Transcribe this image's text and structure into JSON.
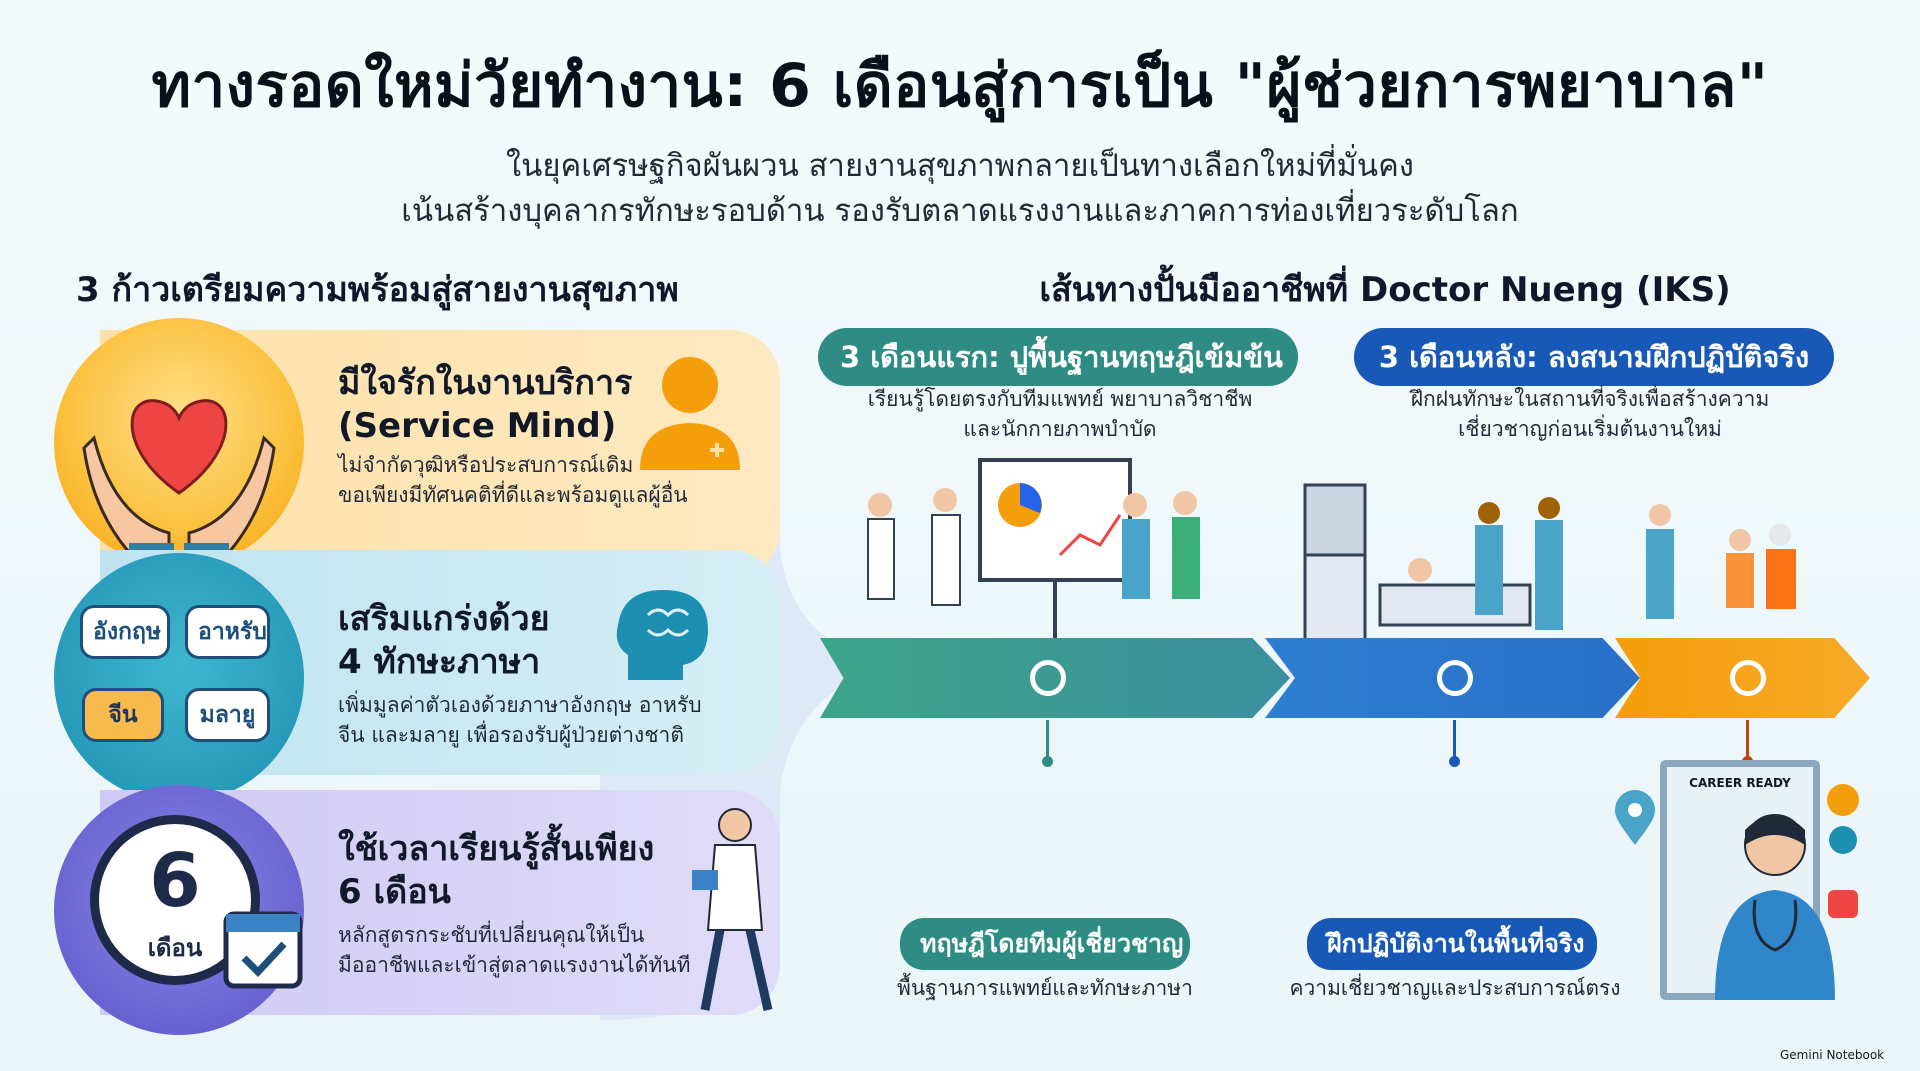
{
  "header": {
    "title": "ทางรอดใหม่วัยทำงาน: 6 เดือนสู่การเป็น \"ผู้ช่วยการพยาบาล\"",
    "subtitle_line1": "ในยุคเศรษฐกิจผันผวน สายงานสุขภาพกลายเป็นทางเลือกใหม่ที่มั่นคง",
    "subtitle_line2": "เน้นสร้างบุคลากรทักษะรอบด้าน รองรับตลาดแรงงานและภาคการท่องเที่ยวระดับโลก"
  },
  "left": {
    "heading": "3 ก้าวเตรียมความพร้อมสู่สายงานสุขภาพ",
    "cards": [
      {
        "title_line1": "มีใจรักในงานบริการ",
        "title_line2": "(Service Mind)",
        "desc_line1": "ไม่จำกัดวุฒิหรือประสบการณ์เดิม",
        "desc_line2": "ขอเพียงมีทัศนคติที่ดีและพร้อมดูแลผู้อื่น",
        "color": "#fde1a8"
      },
      {
        "title_line1": "เสริมแกร่งด้วย",
        "title_line2": "4 ทักษะภาษา",
        "desc_line1": "เพิ่มมูลค่าตัวเองด้วยภาษาอังกฤษ อาหรับ",
        "desc_line2": "จีน และมลายู เพื่อรองรับผู้ป่วยต่างชาติ",
        "bubbles": [
          "อังกฤษ",
          "อาหรับ",
          "จีน",
          "มลายู"
        ],
        "color": "#bfe3f0"
      },
      {
        "title_line1": "ใช้เวลาเรียนรู้สั้นเพียง",
        "title_line2": "6 เดือน",
        "desc_line1": "หลักสูตรกระชับที่เปลี่ยนคุณให้เป็น",
        "desc_line2": "มืออาชีพและเข้าสู่ตลาดแรงงานได้ทันที",
        "clock_number": "6",
        "clock_label": "เดือน",
        "color": "#cfc9f3"
      }
    ],
    "icons": [
      "heart-hands-icon",
      "nurse-avatar-icon",
      "brain-head-icon",
      "clock-calendar-icon",
      "walking-doctor-icon"
    ]
  },
  "right": {
    "heading": "เส้นทางปั้นมืออาชีพที่ Doctor Nueng (IKS)",
    "phase1": {
      "label": "3 เดือนแรก: ปูพื้นฐานทฤษฎีเข้มข้น",
      "desc_line1": "เรียนรู้โดยตรงกับทีมแพทย์ พยาบาลวิชาชีพ",
      "desc_line2": "และนักกายภาพบำบัด",
      "bottom_label": "ทฤษฎีโดยทีมผู้เชี่ยวชาญ",
      "bottom_desc": "พื้นฐานการแพทย์และทักษะภาษา",
      "color": "#2e8c84"
    },
    "phase2": {
      "label": "3 เดือนหลัง: ลงสนามฝึกปฏิบัติจริง",
      "desc_line1": "ฝึกฝนทักษะในสถานที่จริงเพื่อสร้างความ",
      "desc_line2": "เชี่ยวชาญก่อนเริ่มต้นงานใหม่",
      "bottom_label": "ฝึกปฏิบัติงานในพื้นที่จริง",
      "bottom_desc": "ความเชี่ยวชาญและประสบการณ์ตรง",
      "color": "#1859b8"
    },
    "phase3": {
      "door_label": "CAREER READY",
      "color": "#f59e0b"
    }
  },
  "footer": {
    "brand": "Gemini Notebook"
  }
}
